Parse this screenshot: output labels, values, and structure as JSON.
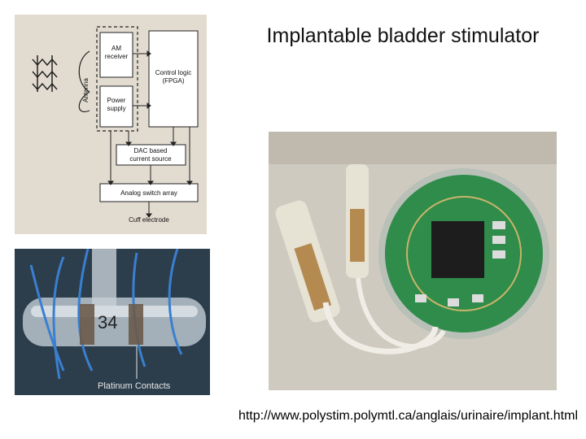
{
  "slide": {
    "title": "Implantable bladder stimulator",
    "url": "http://www.polystim.polymtl.ca/anglais/urinaire/implant.html"
  },
  "diagram": {
    "antenna": "Antenna",
    "am_receiver_1": "AM",
    "am_receiver_2": "receiver",
    "control_logic_1": "Control logic",
    "control_logic_2": "(FPGA)",
    "power_supply_1": "Power",
    "power_supply_2": "supply",
    "dac_1": "DAC based",
    "dac_2": "current source",
    "switch_array": "Analog switch array",
    "electrode": "Cuff electrode"
  },
  "photo_electrode": {
    "caption": "Platinum Contacts",
    "handwritten_label": "34"
  },
  "colors": {
    "pcb": "#2f8c4a",
    "photo_bg": "#cfcac0",
    "diagram_bg": "#e2dcd0"
  }
}
